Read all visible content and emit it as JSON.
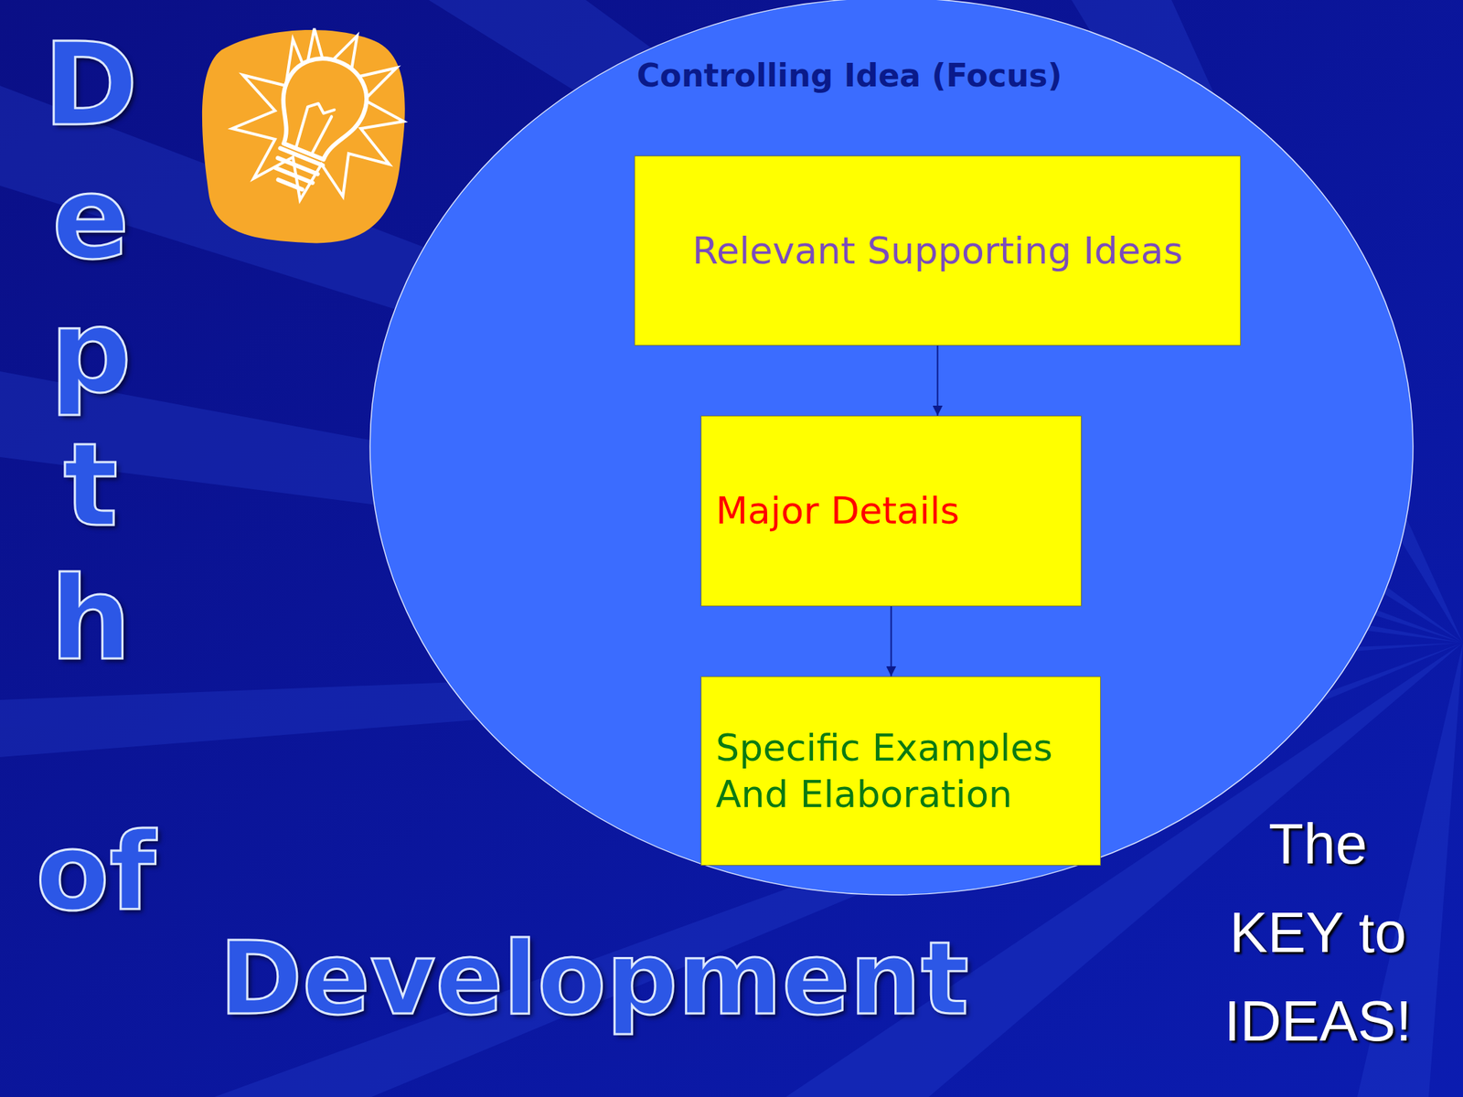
{
  "diagram": {
    "nodes": [
      {
        "text": [
          "Controlling Idea (Focus)"
        ]
      },
      {
        "text": [
          "Relevant Supporting Ideas"
        ],
        "in": 0
      },
      {
        "text": [
          "Major Details"
        ],
        "in": 0
      },
      {
        "text": [
          "Specific Examples And Elaboration"
        ],
        "in": 0
      }
    ],
    "edges": [
      {
        "from": 1,
        "to": 2,
        "arrow": "to"
      },
      {
        "from": 2,
        "to": 3,
        "arrow": "to"
      }
    ],
    "labels": [
      "Depth",
      "of",
      "Development",
      "The KEY to IDEAS!"
    ]
  }
}
